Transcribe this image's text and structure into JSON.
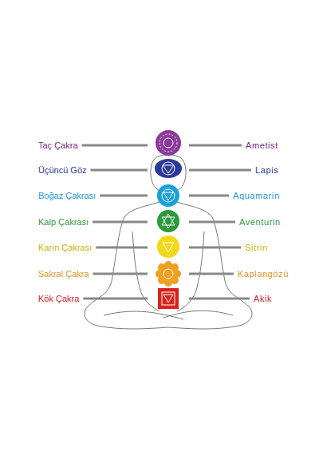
{
  "diagram": {
    "labels": [
      "Taç Çakra",
      "Ametist",
      "Üçüncü Göz",
      "Lapis",
      "Boğaz Çakrası",
      "Aquamarin",
      "Kalp Çakrası",
      "Aventurin",
      "Karın Çakrası",
      "Sitrin",
      "Sakral Çakra",
      "Kaplangözü",
      "Kök Çakra",
      "Akik"
    ]
  }
}
